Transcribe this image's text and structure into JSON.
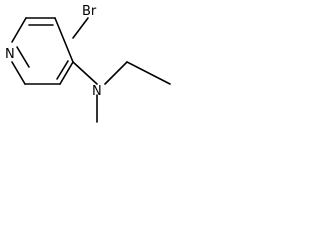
{
  "molecule": {
    "atoms": {
      "bromine": "Br",
      "ring_nitrogen": "N",
      "amine_nitrogen": "N"
    },
    "colors": {
      "bond": "#000000",
      "label": "#000000",
      "background": "#ffffff"
    }
  }
}
